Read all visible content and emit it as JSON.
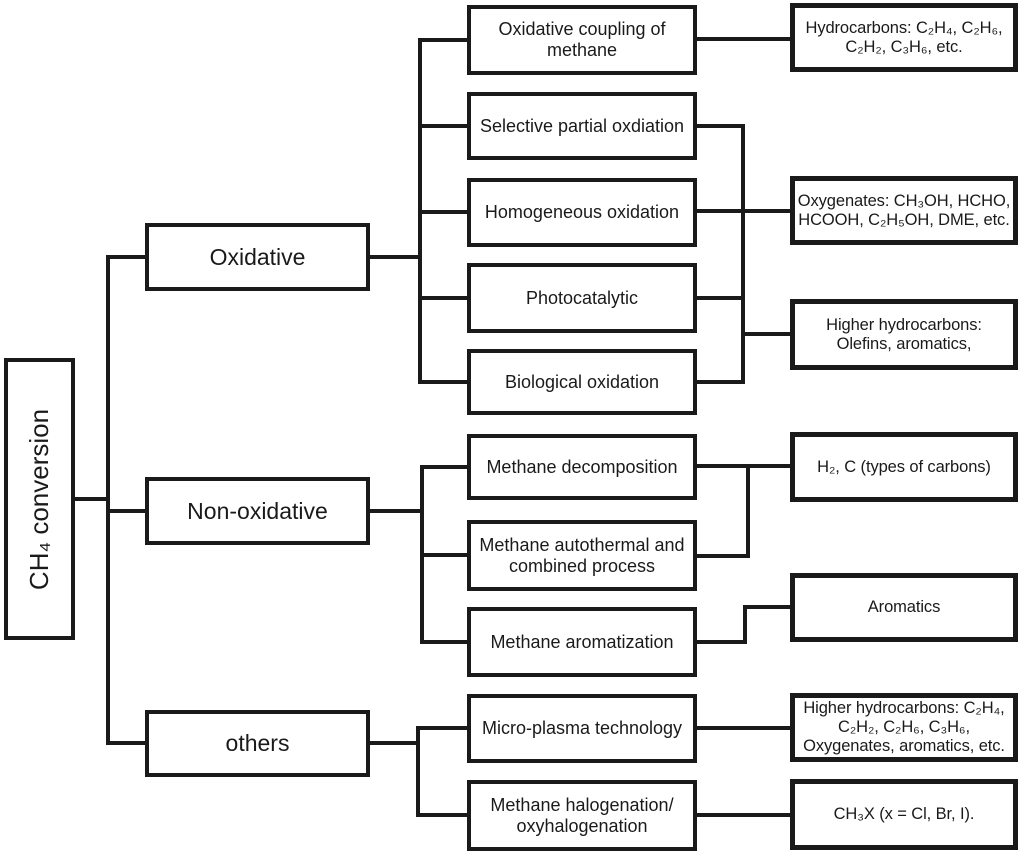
{
  "diagram": {
    "root": {
      "label": "CH₄ conversion"
    },
    "branches": [
      {
        "label": "Oxidative",
        "methods": [
          {
            "label": "Oxidative coupling of\nmethane"
          },
          {
            "label": "Selective partial oxdiation"
          },
          {
            "label": "Homogeneous oxidation"
          },
          {
            "label": "Photocatalytic"
          },
          {
            "label": "Biological oxidation"
          }
        ],
        "products": [
          {
            "label": "Hydrocarbons: C₂H₄, C₂H₆,\nC₂H₂, C₃H₆, etc."
          },
          {
            "label": "Oxygenates: CH₃OH, HCHO,\nHCOOH, C₂H₅OH, DME, etc."
          },
          {
            "label": "Higher hydrocarbons:\nOlefins, aromatics,"
          }
        ]
      },
      {
        "label": "Non-oxidative",
        "methods": [
          {
            "label": "Methane decomposition"
          },
          {
            "label": "Methane autothermal and\ncombined process"
          },
          {
            "label": "Methane aromatization"
          }
        ],
        "products": [
          {
            "label": "H₂, C (types of carbons)"
          },
          {
            "label": "Aromatics"
          }
        ]
      },
      {
        "label": "others",
        "methods": [
          {
            "label": "Micro-plasma technology"
          },
          {
            "label": "Methane halogenation/\noxyhalogenation"
          }
        ],
        "products": [
          {
            "label": "Higher hydrocarbons: C₂H₄,\nC₂H₂, C₂H₆, C₃H₆,\nOxygenates, aromatics, etc."
          },
          {
            "label": "CH₃X (x = Cl, Br, I)."
          }
        ]
      }
    ],
    "colors": {
      "line": "#1a1a1a",
      "background": "#ffffff",
      "text": "#1a1a1a"
    }
  }
}
